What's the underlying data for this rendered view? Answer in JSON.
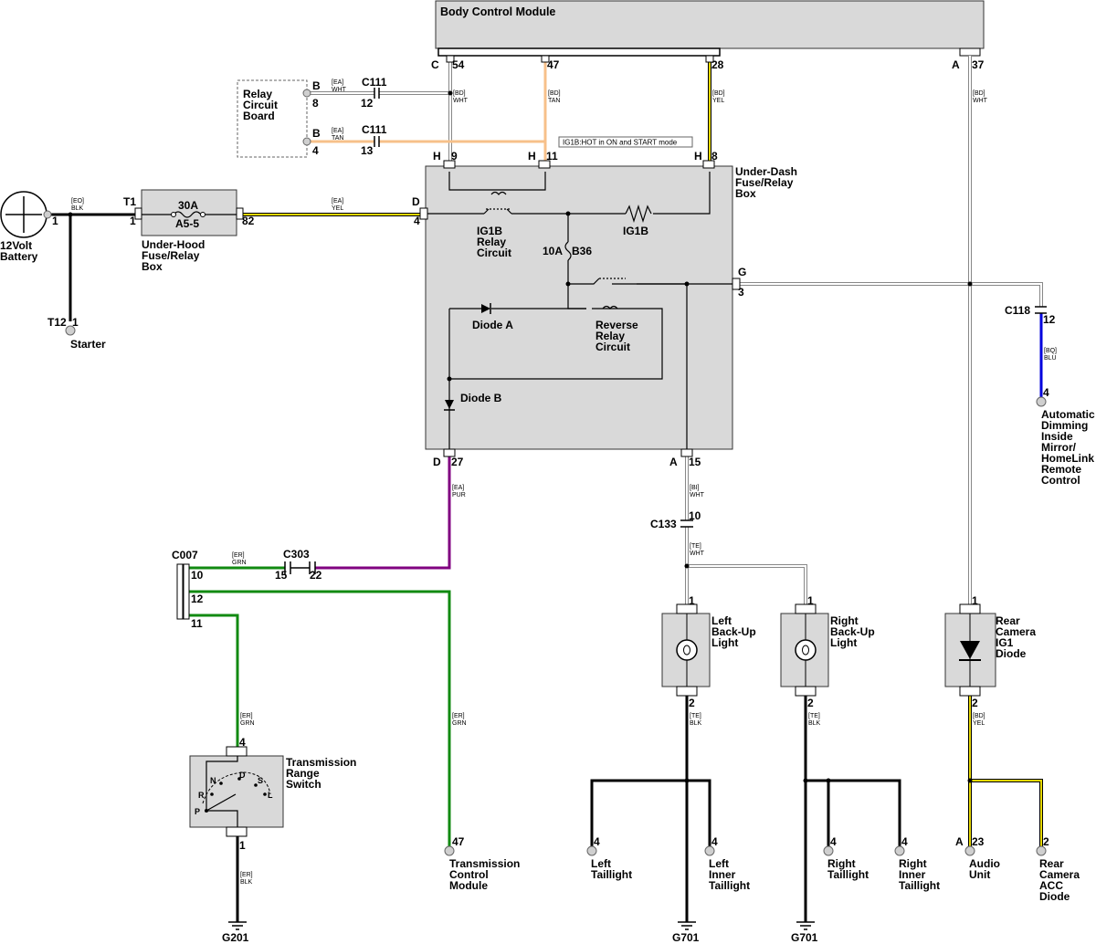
{
  "modules": {
    "bcm": "Body Control Module",
    "battery_1": "12Volt",
    "battery_2": "Battery",
    "underhood_1": "Under-Hood",
    "underhood_2": "Fuse/Relay",
    "underhood_3": "Box",
    "underdash_1": "Under-Dash",
    "underdash_2": "Fuse/Relay",
    "underdash_3": "Box",
    "relay_board_1": "Relay",
    "relay_board_2": "Circuit",
    "relay_board_3": "Board",
    "starter": "Starter",
    "mirror_1": "Automatic",
    "mirror_2": "Dimming",
    "mirror_3": "Inside",
    "mirror_4": "Mirror/",
    "mirror_5": "HomeLink",
    "mirror_6": "Remote",
    "mirror_7": "Control",
    "trs_1": "Transmission",
    "trs_2": "Range",
    "trs_3": "Switch",
    "tcm_1": "Transmission",
    "tcm_2": "Control",
    "tcm_3": "Module",
    "lbl_1": "Left",
    "lbl_2": "Back-Up",
    "lbl_3": "Light",
    "rbl_1": "Right",
    "rbl_2": "Back-Up",
    "rbl_3": "Light",
    "rcd_1": "Rear",
    "rcd_2": "Camera",
    "rcd_3": "IG1",
    "rcd_4": "Diode",
    "lt_1": "Left",
    "lt_2": "Taillight",
    "lit_1": "Left",
    "lit_2": "Inner",
    "lit_3": "Taillight",
    "rt_1": "Right",
    "rt_2": "Taillight",
    "rit_1": "Right",
    "rit_2": "Inner",
    "rit_3": "Taillight",
    "audio_1": "Audio",
    "audio_2": "Unit",
    "acc_1": "Rear",
    "acc_2": "Camera",
    "acc_3": "ACC",
    "acc_4": "Diode"
  },
  "components": {
    "fuse_30a": "30A",
    "fuse_a55": "A5-5",
    "ig1b_relay_1": "IG1B",
    "ig1b_relay_2": "Relay",
    "ig1b_relay_3": "Circuit",
    "ig1b_res": "IG1B",
    "fuse_10a": "10A",
    "fuse_b36": "B36",
    "diode_a": "Diode A",
    "diode_b": "Diode B",
    "rev_relay_1": "Reverse",
    "rev_relay_2": "Relay",
    "rev_relay_3": "Circuit",
    "ig1b_note": "IG1B:HOT in ON and START mode",
    "trs_p": "P",
    "trs_r": "R",
    "trs_n": "N",
    "trs_d": "D",
    "trs_s": "S",
    "trs_l": "L"
  },
  "connectors": {
    "c111": "C111",
    "c111b": "C111",
    "c118": "C118",
    "c133": "C133",
    "c007": "C007",
    "c303": "C303",
    "t1": "T1",
    "t12": "T12",
    "g201": "G201",
    "g701a": "G701",
    "g701b": "G701"
  },
  "pins": {
    "bcm_c": "C",
    "bcm_54": "54",
    "bcm_47": "47",
    "bcm_28": "28",
    "bcm_a": "A",
    "bcm_37": "37",
    "rb_b1": "B",
    "rb_8": "8",
    "rb_b2": "B",
    "rb_4": "4",
    "c111_12": "12",
    "c111_13": "13",
    "ud_h1": "H",
    "ud_9": "9",
    "ud_h2": "H",
    "ud_11": "11",
    "ud_h3": "H",
    "ud_8": "8",
    "ud_d": "D",
    "ud_4": "4",
    "ud_g": "G",
    "ud_3": "3",
    "ud_d2": "D",
    "ud_27": "27",
    "ud_a": "A",
    "ud_15": "15",
    "bat_1": "1",
    "t1_1": "1",
    "uh_82": "82",
    "t12_1": "1",
    "c118_12": "12",
    "mir_4": "4",
    "c133_10": "10",
    "c007_10": "10",
    "c007_12": "12",
    "c007_11": "11",
    "c303_15": "15",
    "c303_22": "22",
    "trs_4": "4",
    "trs_1": "1",
    "tcm_47": "47",
    "lbl_1": "1",
    "lbl_2": "2",
    "rbl_1": "1",
    "rbl_2": "2",
    "rcd_1": "1",
    "rcd_2": "2",
    "lt_4": "4",
    "lit_4": "4",
    "rt_4": "4",
    "rit_4": "4",
    "au_a": "A",
    "au_23": "23",
    "acc_2": "2"
  },
  "wires": {
    "w_bd_wht1_a": "[BD]",
    "w_bd_wht1_b": "WHT",
    "w_bd_tan_a": "[BD]",
    "w_bd_tan_b": "TAN",
    "w_bd_yel_a": "[BD]",
    "w_bd_yel_b": "YEL",
    "w_bd_wht2_a": "[BD]",
    "w_bd_wht2_b": "WHT",
    "w_ea_wht_a": "[EA]",
    "w_ea_wht_b": "WHT",
    "w_ea_tan_a": "[EA]",
    "w_ea_tan_b": "TAN",
    "w_eo_blk_a": "[EO]",
    "w_eo_blk_b": "BLK",
    "w_ea_yel_a": "[EA]",
    "w_ea_yel_b": "YEL",
    "w_bq_blu_a": "[BQ]",
    "w_bq_blu_b": "BLU",
    "w_ea_pur_a": "[EA]",
    "w_ea_pur_b": "PUR",
    "w_bi_wht_a": "[BI]",
    "w_bi_wht_b": "WHT",
    "w_te_wht_a": "[TE]",
    "w_te_wht_b": "WHT",
    "w_er_grn1_a": "[ER]",
    "w_er_grn1_b": "GRN",
    "w_er_grn2_a": "[ER]",
    "w_er_grn2_b": "GRN",
    "w_er_grn3_a": "[ER]",
    "w_er_grn3_b": "GRN",
    "w_er_blk_a": "[ER]",
    "w_er_blk_b": "BLK",
    "w_te_blk1_a": "[TE]",
    "w_te_blk1_b": "BLK",
    "w_te_blk2_a": "[TE]",
    "w_te_blk2_b": "BLK",
    "w_bd_yel2_a": "[BD]",
    "w_bd_yel2_b": "YEL"
  },
  "colors": {
    "blk": "#000000",
    "wht": "#c8c8c8",
    "tan": "#f7c08a",
    "yel": "#e6d800",
    "blu": "#0000dd",
    "pur": "#800080",
    "grn": "#118a11",
    "box": "#d9d9d9"
  }
}
